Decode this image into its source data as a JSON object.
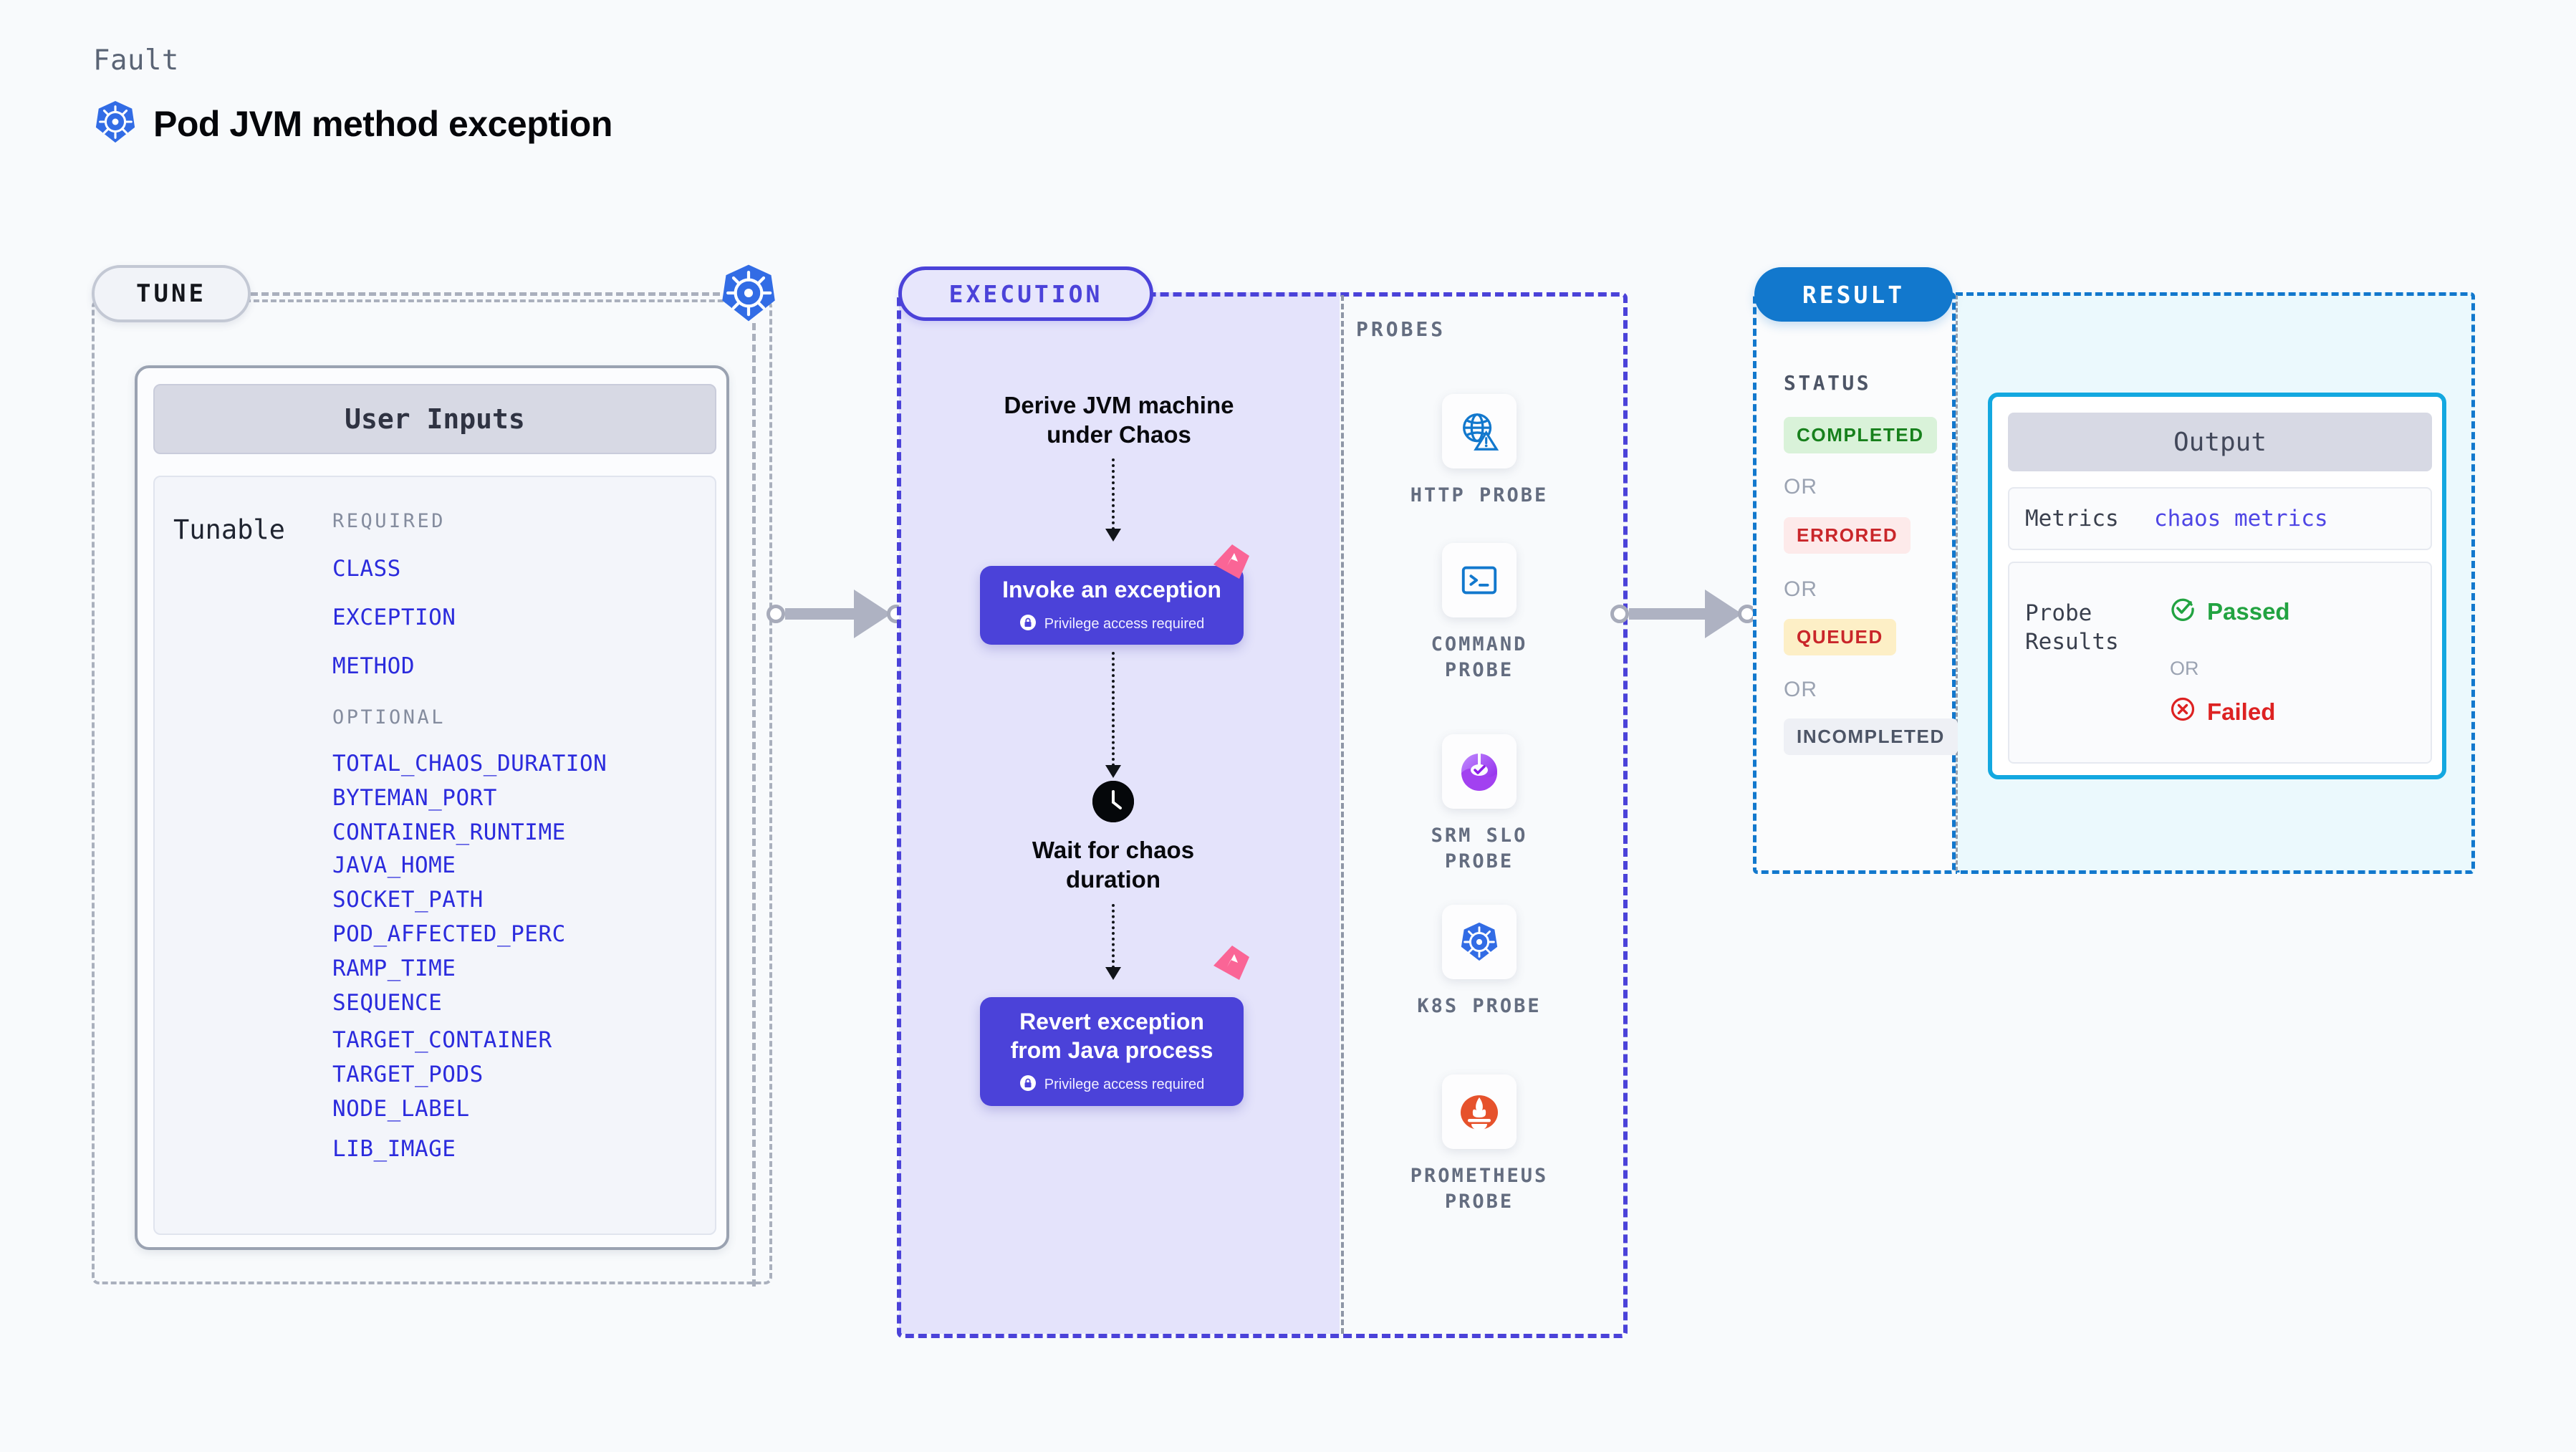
{
  "header": {
    "kicker": "Fault",
    "title": "Pod JVM method exception",
    "icon": "kubernetes-icon"
  },
  "tune": {
    "tag": "TUNE",
    "badge_icon": "kubernetes-icon",
    "card_title": "User Inputs",
    "tunable_label": "Tunable",
    "groups": [
      {
        "label": "REQUIRED",
        "params": [
          "CLASS",
          "EXCEPTION",
          "METHOD"
        ]
      },
      {
        "label": "OPTIONAL",
        "params": [
          "TOTAL_CHAOS_DURATION",
          "BYTEMAN_PORT",
          "CONTAINER_RUNTIME",
          "JAVA_HOME",
          "SOCKET_PATH",
          "POD_AFFECTED_PERC",
          "RAMP_TIME",
          "SEQUENCE",
          "TARGET_CONTAINER",
          "TARGET_PODS",
          "NODE_LABEL",
          "LIB_IMAGE"
        ]
      }
    ]
  },
  "execution": {
    "tag": "EXECUTION",
    "steps": [
      {
        "type": "text",
        "label": "Derive JVM machine\nunder Chaos"
      },
      {
        "type": "box",
        "label": "Invoke an exception",
        "note": "Privilege access required",
        "note_icon": "lock-icon",
        "badge_icon": "litmus-chaos-icon"
      },
      {
        "type": "wait",
        "label": "Wait for chaos\nduration",
        "icon": "clock-icon"
      },
      {
        "type": "box",
        "label": "Revert exception\nfrom Java process",
        "note": "Privilege access required",
        "note_icon": "lock-icon",
        "badge_icon": "litmus-chaos-icon"
      }
    ]
  },
  "probes": {
    "label": "PROBES",
    "items": [
      {
        "label": "HTTP PROBE",
        "icon": "globe-warning-icon"
      },
      {
        "label": "COMMAND\nPROBE",
        "icon": "terminal-icon"
      },
      {
        "label": "SRM SLO\nPROBE",
        "icon": "srm-slo-icon"
      },
      {
        "label": "K8S PROBE",
        "icon": "kubernetes-icon"
      },
      {
        "label": "PROMETHEUS\nPROBE",
        "icon": "prometheus-icon"
      }
    ]
  },
  "result": {
    "tag": "RESULT",
    "status_label": "STATUS",
    "or_label": "OR",
    "statuses": [
      {
        "label": "COMPLETED",
        "bg": "#d9f2d9",
        "fg": "#17801c"
      },
      {
        "label": "ERRORED",
        "bg": "#fdeaea",
        "fg": "#c9262a"
      },
      {
        "label": "QUEUED",
        "bg": "#fdefc6",
        "fg": "#c9262a"
      },
      {
        "label": "INCOMPLETED",
        "bg": "#eef0f5",
        "fg": "#4d5566"
      }
    ],
    "output": {
      "title": "Output",
      "metrics_key": "Metrics",
      "metrics_value": "chaos metrics",
      "probe_results_key": "Probe\nResults",
      "passed_label": "Passed",
      "failed_label": "Failed",
      "or_label": "OR",
      "passed_icon": "check-circle-icon",
      "failed_icon": "x-circle-icon"
    }
  },
  "colors": {
    "accent_purple": "#4b42d9",
    "accent_blue": "#1278cd",
    "kubernetes_blue": "#326ce5",
    "chaos_pink": "#fa6596",
    "passed_green": "#22a341",
    "failed_red": "#dd2222",
    "param_blue": "#2b2bdd"
  }
}
